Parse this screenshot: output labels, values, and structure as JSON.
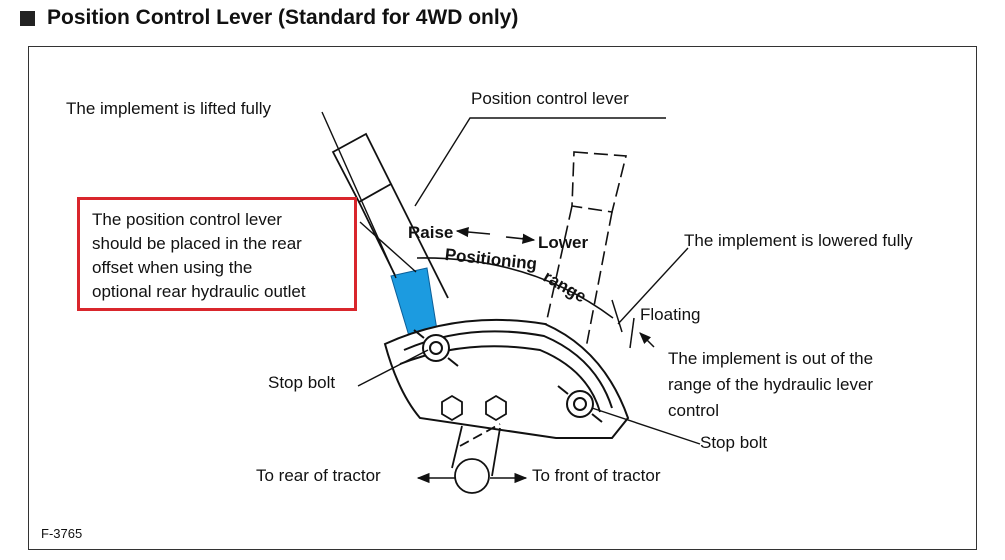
{
  "title": "Position Control Lever (Standard for 4WD only)",
  "labels": {
    "lifted_fully": "The implement is lifted fully",
    "position_control_lever": "Position control lever",
    "raise": "Raise",
    "lower": "Lower",
    "positioning_range_1": "Positioning",
    "positioning_range_2": "range",
    "lowered_fully": "The implement is lowered fully",
    "floating": "Floating",
    "out_of_range_1": "The implement is out of the",
    "out_of_range_2": "range of the hydraulic lever",
    "out_of_range_3": "control",
    "stop_bolt_left": "Stop bolt",
    "stop_bolt_right": "Stop bolt",
    "to_rear": "To rear of tractor",
    "to_front": "To front of tractor"
  },
  "note": {
    "lines": [
      "The position control lever",
      "should be placed in the rear",
      "offset when using the",
      "optional rear hydraulic outlet"
    ]
  },
  "figure_id": "F-3765",
  "colors": {
    "highlight_box": "#d9262c",
    "rear_offset_zone": "#1c9be0"
  }
}
